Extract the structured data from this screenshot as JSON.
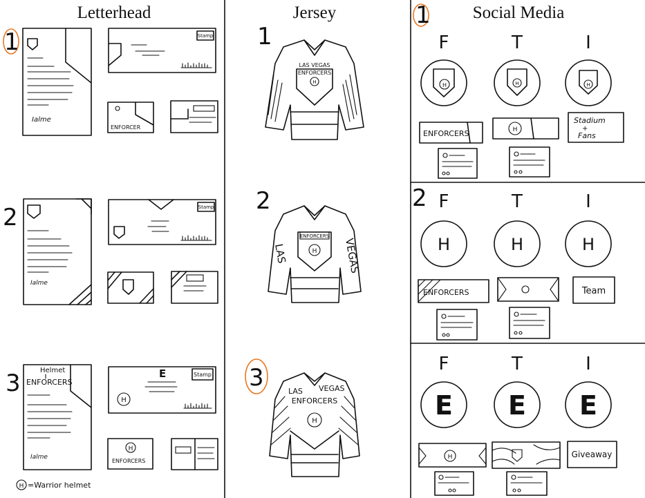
{
  "headers": {
    "letterhead": "Letterhead",
    "jersey": "Jersey",
    "social_media": "Social Media"
  },
  "row_numbers": {
    "letterhead": [
      "1",
      "2",
      "3"
    ],
    "jersey": [
      "1",
      "2",
      "3"
    ],
    "social": [
      "1",
      "2"
    ]
  },
  "letterhead": {
    "sig": "Ialme",
    "enforcer_card": "ENFORCER",
    "stamp": "Stamp",
    "helmet_note": "Helmet",
    "enforcers": "ENFORCERS",
    "e_letter": "E",
    "helmet_h": "H",
    "legend": "=Warrior helmet"
  },
  "jersey": {
    "j1_top": "LAS VEGAS",
    "j1_mid": "ENFORCERS",
    "j2_badge": "ENFORCERS",
    "j2_left": "LAS",
    "j2_right": "VEGAS",
    "j3_top_left": "LAS",
    "j3_top_right": "VEGAS",
    "j3_mid": "ENFORCERS",
    "h": "H"
  },
  "social": {
    "cols": [
      "F",
      "T",
      "I"
    ],
    "row1": {
      "stadium": "Stadium",
      "plus": "+",
      "fans": "Fans",
      "banner": "ENFORCERS"
    },
    "row2": {
      "letter": "H",
      "banner": "ENFORCERS",
      "team": "Team"
    },
    "row3": {
      "letter": "E",
      "giveaway": "Giveaway"
    }
  },
  "colors": {
    "ink": "#111111",
    "highlight": "#e87722"
  }
}
